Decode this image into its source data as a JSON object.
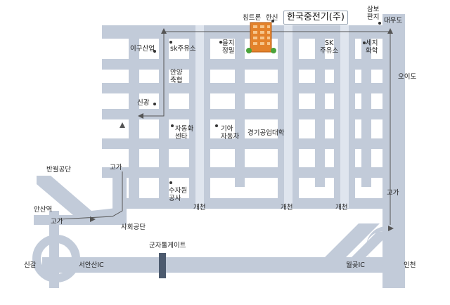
{
  "company": "한국중전기(주)",
  "places": {
    "chimtoron": "침트론",
    "hansin": "한신",
    "sambo_panji": "삼보\n판지",
    "daewoodo": "대우도",
    "igu_sanup": "이구산업",
    "sk_gas_1": "sk주유소",
    "eulji_jeongmil": "을지\n정밀",
    "sk_gas_2": "SK\n주유소",
    "seji_hwahak": "세지\n화학",
    "oido": "오이도",
    "anyang_chuksan": "안양\n축협",
    "singwang": "신광",
    "jadonghwa_center": "자동화\n센타",
    "kia_motors": "기아\n자동차",
    "gyeonggi_univ": "경기공업대학",
    "banwol_gongdan": "반월공단",
    "goga_1": "고가",
    "goga_2": "고가",
    "goga_3": "고가",
    "sujawon_gongsa": "수자원\n공사",
    "gaecheon_1": "개천",
    "gaecheon_2": "개천",
    "gaecheon_3": "개천",
    "ansan_station": "안산역",
    "sahoe_gongdan": "사회공단",
    "gunja_gate": "군자톨게이트",
    "singal": "신갈",
    "seoansan_ic": "서안산IC",
    "wolgot_ic": "월곶IC",
    "incheon": "인천"
  }
}
